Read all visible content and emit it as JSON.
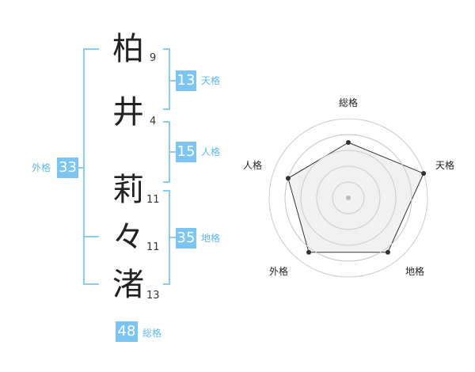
{
  "colors": {
    "accent": "#7cc4f2",
    "accent_text": "#5db8ea",
    "line": "#8ccbf0",
    "ring": "#cccccc",
    "polygon_fill": "#eeeeee",
    "polygon_stroke": "#333333"
  },
  "name": {
    "characters": [
      {
        "char": "柏",
        "strokes": "9"
      },
      {
        "char": "井",
        "strokes": "4"
      },
      {
        "char": "莉",
        "strokes": "11"
      },
      {
        "char": "々",
        "strokes": "11"
      },
      {
        "char": "渚",
        "strokes": "13"
      }
    ]
  },
  "groups": {
    "tenkaku": {
      "value": "13",
      "label": "天格"
    },
    "jinkaku": {
      "value": "15",
      "label": "人格"
    },
    "chikaku": {
      "value": "35",
      "label": "地格"
    },
    "gaikaku": {
      "value": "33",
      "label": "外格"
    },
    "soukaku": {
      "value": "48",
      "label": "総格"
    }
  },
  "chart_data": {
    "type": "radar",
    "axes": [
      "総格",
      "天格",
      "地格",
      "外格",
      "人格"
    ],
    "values": [
      0.7,
      1.0,
      0.85,
      0.85,
      0.8
    ],
    "rings": 4
  }
}
